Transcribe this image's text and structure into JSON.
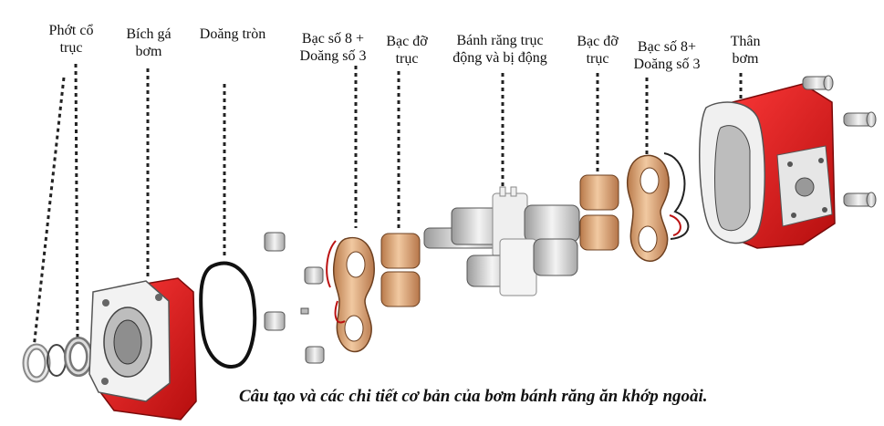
{
  "labels": {
    "phot_co_truc": [
      "Phớt cổ",
      "trục"
    ],
    "bich_ga_bom": [
      "Bích gá",
      "bơm"
    ],
    "doang_tron": [
      "Doăng tròn"
    ],
    "bac_so8_doang3_left": [
      "Bạc số 8 +",
      "Doăng số 3"
    ],
    "bac_do_truc_left": [
      "Bạc đỡ",
      "trục"
    ],
    "banh_rang": [
      "Bánh răng trục",
      "động và bị động"
    ],
    "bac_do_truc_right": [
      "Bạc đỡ",
      "trục"
    ],
    "bac_so8_doang3_right": [
      "Bạc số 8+",
      "Doăng số 3"
    ],
    "than_bom": [
      "Thân",
      "bơm"
    ]
  },
  "caption": "Câu tạo và các chi tiết cơ bản của bơm bánh răng ăn khớp ngoài.",
  "colors": {
    "pump_red": "#e01e1e",
    "bronze": "#d9a070",
    "steel": "#d8d8d8",
    "leader": "#222222"
  }
}
